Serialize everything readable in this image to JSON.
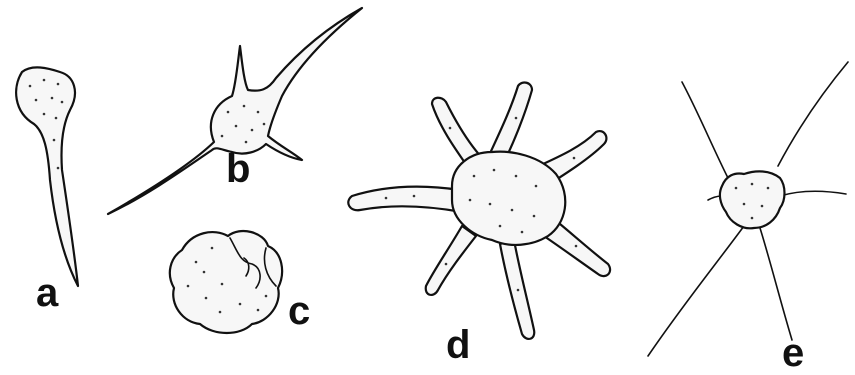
{
  "figure": {
    "panels": [
      {
        "id": "a",
        "label": "a",
        "shape": "tear-drop cell with long tapering tail"
      },
      {
        "id": "b",
        "label": "b",
        "shape": "bipolar cell with long thin processes"
      },
      {
        "id": "c",
        "label": "c",
        "shape": "rounded folded cell"
      },
      {
        "id": "d",
        "label": "d",
        "shape": "star-shaped cell with thick processes"
      },
      {
        "id": "e",
        "label": "e",
        "shape": "cell with long fine thread-like processes"
      }
    ],
    "colors": {
      "line": "#111111",
      "fill": "#f7f7f7",
      "background": "#ffffff"
    }
  }
}
